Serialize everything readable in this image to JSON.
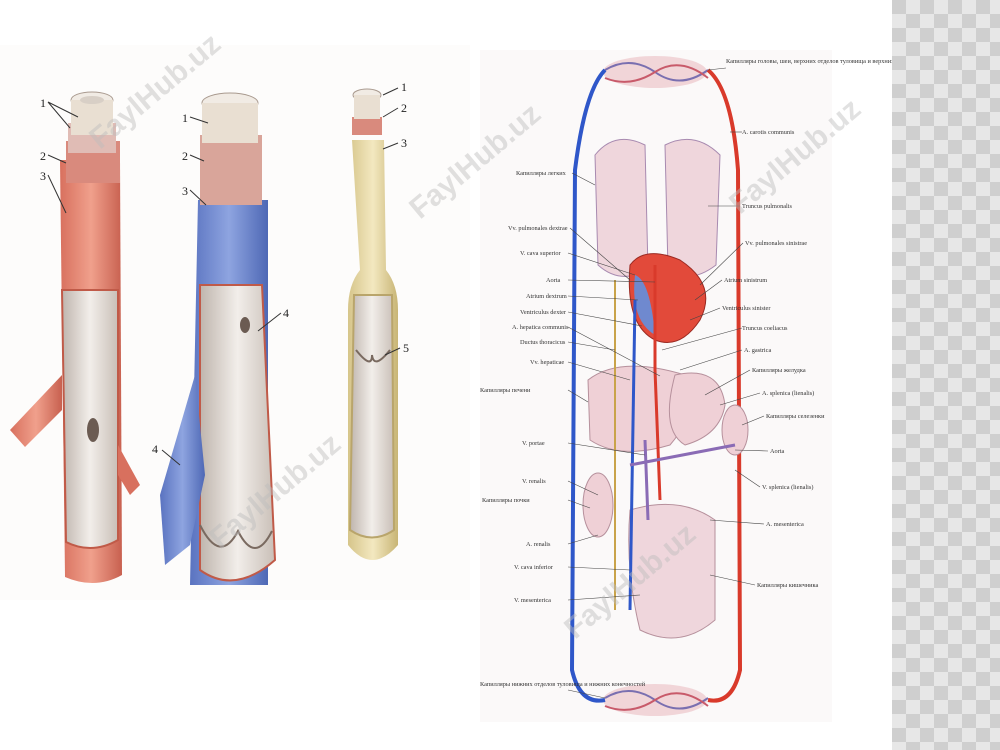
{
  "watermark": "FaylHub.uz",
  "colors": {
    "artery": "#e88f7d",
    "artery_dark": "#c95a48",
    "vein": "#6f89cf",
    "lymph": "#e6d7a4",
    "vessel_red": "#d93a2b",
    "vessel_blue": "#2f57c9"
  },
  "vessels": {
    "artery_numbers": [
      "1",
      "2",
      "3"
    ],
    "vein_numbers": [
      "1",
      "2",
      "3",
      "4",
      "4"
    ],
    "lymph_numbers": [
      "1",
      "2",
      "3",
      "5"
    ]
  },
  "circulation": {
    "labels": {
      "cap_upper": "Капилляры головы, шеи, верхних отделов туловища и верхних конечностей",
      "carotis": "A. carotis communis",
      "cap_lungs": "Капилляры легких",
      "truncus_pulm": "Truncus pulmonalis",
      "vv_pulm_dext": "Vv. pulmonales dextrae",
      "vv_pulm_sin": "Vv. pulmonales sinistrae",
      "vcava_sup": "V. cava superior",
      "atrium_sin": "Atrium sinistrum",
      "aorta1": "Aorta",
      "atrium_dext": "Atrium dextrum",
      "ventr_sin": "Ventriculus sinister",
      "ventr_dext": "Ventriculus dexter",
      "truncus_coel": "Truncus coeliacus",
      "a_hepatica": "A. hepatica communis",
      "a_gastrica": "A. gastrica",
      "ductus_thor": "Ductus thoracicus",
      "cap_stomach": "Капилляры желудка",
      "vv_hepaticae": "Vv. hepaticae",
      "a_splenica": "A. splenica (lienalis)",
      "cap_liver": "Капилляры печени",
      "cap_spleen": "Капилляры селезенки",
      "v_portae": "V. portae",
      "aorta2": "Aorta",
      "v_renalis": "V. renalis",
      "v_splenica": "V. splenica (lienalis)",
      "cap_kidney": "Капилляры почки",
      "a_mesenterica": "A. mesenterica",
      "a_renalis": "A. renalis",
      "vcava_inf": "V. cava inferior",
      "cap_intestine": "Капилляры кишечника",
      "v_mesenterica": "V. mesenterica",
      "cap_lower": "Капилляры нижних отделов туловища и нижних конечностей"
    }
  }
}
